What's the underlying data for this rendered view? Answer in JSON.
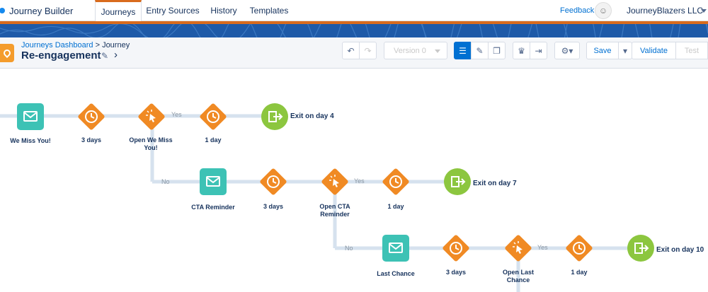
{
  "app": {
    "title": "Journey Builder"
  },
  "nav": {
    "tabs": [
      {
        "label": "Journeys"
      },
      {
        "label": "Entry Sources"
      },
      {
        "label": "History"
      },
      {
        "label": "Templates"
      }
    ],
    "feedback": "Feedback",
    "org": "JourneyBlazers LLC"
  },
  "header": {
    "breadcrumb_link": "Journeys Dashboard",
    "breadcrumb_sep": " > ",
    "breadcrumb_current": "Journey",
    "title": "Re-engagement"
  },
  "toolbar": {
    "version": "Version 0",
    "save": "Save",
    "validate": "Validate",
    "test": "Test"
  },
  "canvas": {
    "nodes": {
      "n1": "We Miss You!",
      "n2": "3 days",
      "n3": "Open We Miss You!",
      "n4": "1 day",
      "n5": "CTA Reminder",
      "n6": "3 days",
      "n7": "Open CTA Reminder",
      "n8": "1 day",
      "n9": "Last Chance",
      "n10": "3 days",
      "n11": "Open Last Chance",
      "n12": "1 day"
    },
    "exits": {
      "e1": "Exit on day 4",
      "e2": "Exit on day 7",
      "e3": "Exit on day 10"
    },
    "branches": {
      "yes1": "Yes",
      "no1": "No",
      "yes2": "Yes",
      "no2": "No",
      "yes3": "Yes"
    }
  },
  "colors": {
    "email": "#3dc2b5",
    "wait": "#f08a24",
    "decision": "#f08a24",
    "exit": "#8cc63f",
    "path": "#d6e2ee",
    "accent": "#d96b1d",
    "banner": "#1e5aa8",
    "primary": "#0070d2"
  }
}
